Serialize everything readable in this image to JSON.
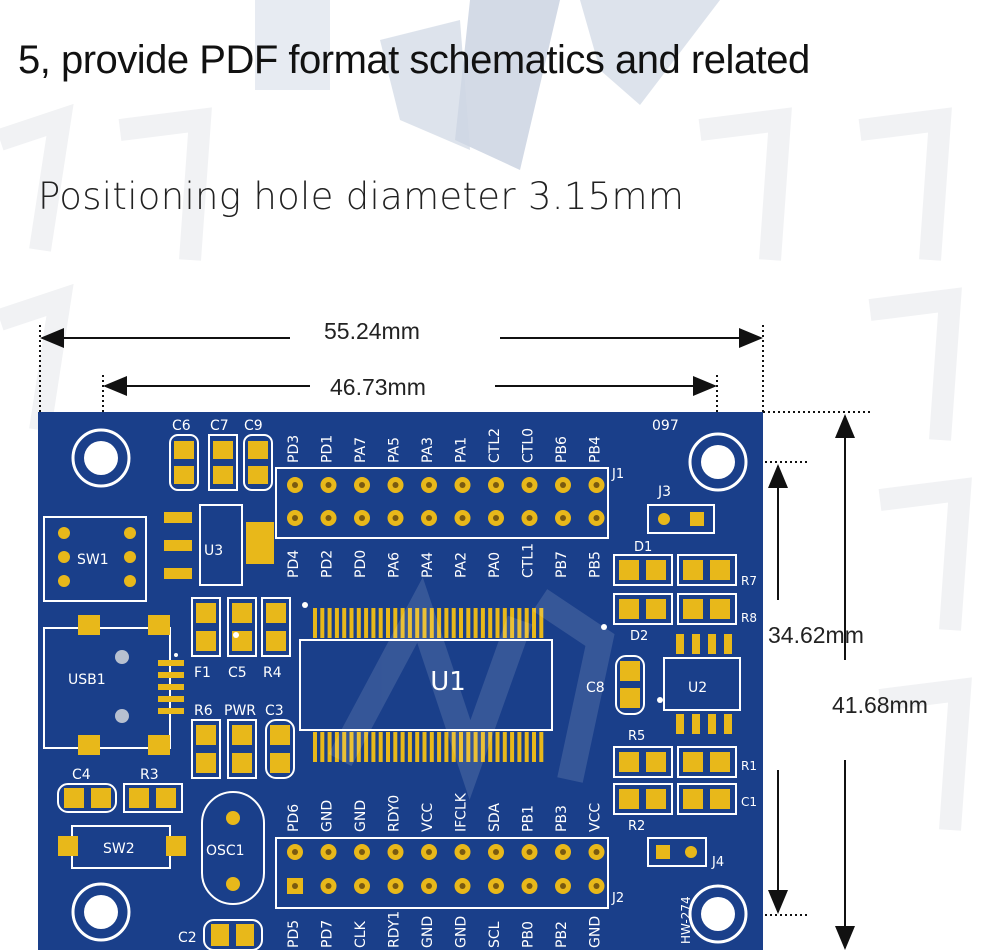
{
  "heading": "5, provide PDF format schematics and related",
  "subheading": "Positioning hole diameter 3.15mm",
  "dimensions": {
    "outer_width": "55.24mm",
    "hole_spacing_x": "46.73mm",
    "hole_spacing_y": "34.62mm",
    "outer_height": "41.68mm"
  },
  "board": {
    "top_labels": [
      "C6",
      "C7",
      "C9",
      "PD3",
      "PD1",
      "PA7",
      "PA5",
      "PA3",
      "PA1",
      "CTL2",
      "CTL0",
      "PB6",
      "PB4",
      "097"
    ],
    "top_row2_labels": [
      "PD4",
      "PD2",
      "PD0",
      "PA6",
      "PA4",
      "PA2",
      "PA0",
      "CTL1",
      "PB7",
      "PB5"
    ],
    "bottom_labels": [
      "PD6",
      "GND",
      "GND",
      "RDY0",
      "VCC",
      "IFCLK",
      "SDA",
      "PB1",
      "PB3",
      "VCC"
    ],
    "bottom_row2_labels": [
      "PD5",
      "PD7",
      "CLK",
      "RDY1",
      "GND",
      "GND",
      "SCL",
      "PB0",
      "PB2",
      "GND"
    ],
    "parts": {
      "j1": "J1",
      "j2": "J2",
      "j3": "J3",
      "j4": "J4",
      "u1": "U1",
      "u2": "U2",
      "u3": "U3",
      "sw1": "SW1",
      "sw2": "SW2",
      "usb1": "USB1",
      "osc1": "OSC1",
      "f1": "F1",
      "c5": "C5",
      "r4": "R4",
      "r6": "R6",
      "pwr": "PWR",
      "c3": "C3",
      "c4": "C4",
      "r3": "R3",
      "c2": "C2",
      "c8": "C8",
      "d1": "D1",
      "d2": "D2",
      "r7": "R7",
      "r8": "R8",
      "r5": "R5",
      "r1": "R1",
      "c1": "C1",
      "r2": "R2",
      "hw": "HW-274"
    }
  },
  "colors": {
    "board": "#1a3f8a",
    "copper": "#e8b81a",
    "silk": "#ffffff",
    "text": "#111111"
  }
}
